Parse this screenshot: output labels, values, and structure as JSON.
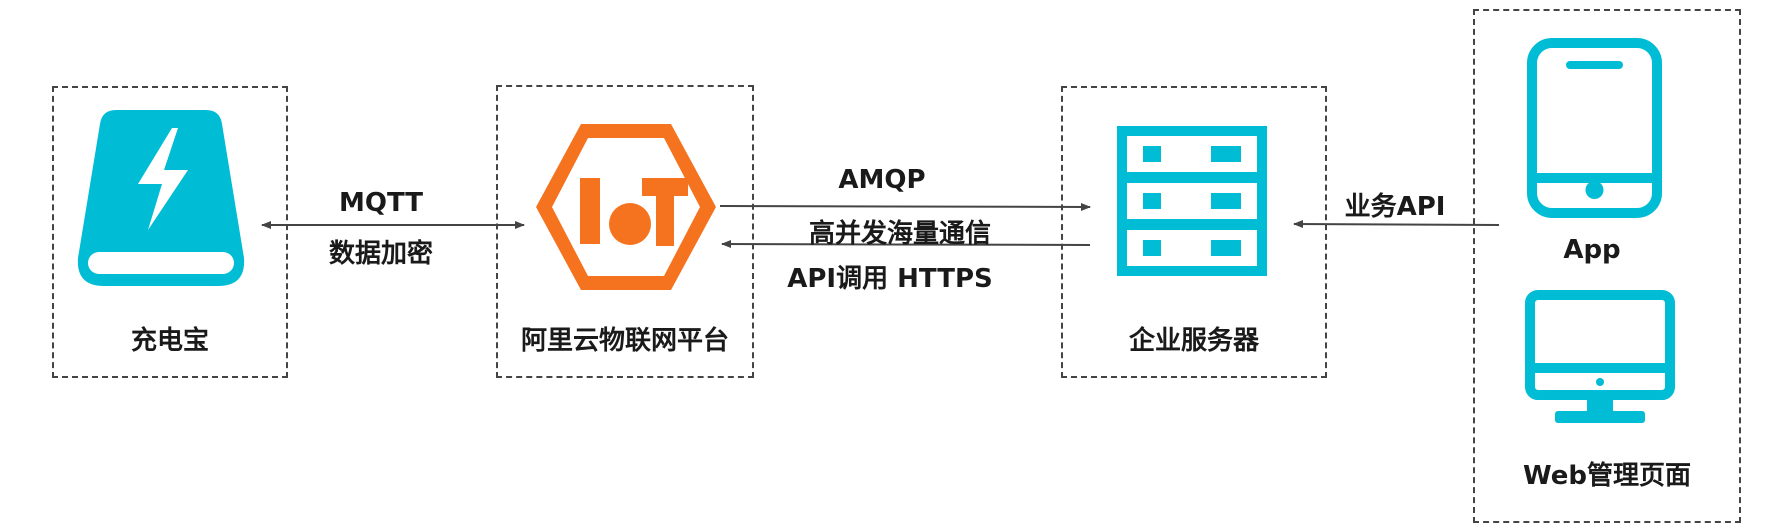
{
  "nodes": {
    "powerbank": {
      "label": "充电宝"
    },
    "iot": {
      "label": "阿里云物联网平台"
    },
    "server": {
      "label": "企业服务器"
    },
    "app": {
      "label": "App"
    },
    "web": {
      "label": "Web管理页面"
    }
  },
  "edges": {
    "mqtt": {
      "line1": "MQTT",
      "line2": "数据加密"
    },
    "amqp": {
      "line1": "AMQP",
      "line2": "高并发海量通信"
    },
    "api": {
      "line1": "API调用 HTTPS"
    },
    "biz": {
      "line1": "业务API"
    }
  },
  "colors": {
    "cyan": "#00BCD4",
    "orange": "#F5731E",
    "line": "#444444"
  }
}
